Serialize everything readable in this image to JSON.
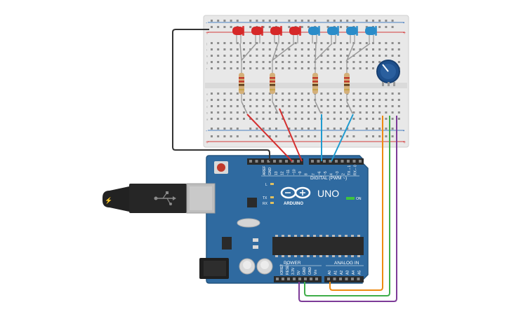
{
  "board": {
    "model_label": "UNO",
    "brand_label": "ARDUINO",
    "digital_header_label": "DIGITAL (PWM ~)",
    "power_label": "POWER",
    "analog_label": "ANALOG IN",
    "on_label": "ON",
    "tx_label": "TX",
    "rx_label": "RX",
    "l_label": "L",
    "aref_label": "AREF",
    "gnd_label": "GND",
    "top_pins": [
      "13",
      "12",
      "~11",
      "~10",
      "~9",
      "8",
      "7",
      "~6",
      "~5",
      "4",
      "~3",
      "2",
      "TX→1",
      "RX←0"
    ],
    "power_pins": [
      "IOREF",
      "RESET",
      "3.3V",
      "5V",
      "GND",
      "GND",
      "Vin"
    ],
    "analog_pins": [
      "A0",
      "A1",
      "A2",
      "A3",
      "A4",
      "A5"
    ]
  },
  "breadboard": {
    "row_letters_top": [
      "j",
      "i",
      "h",
      "g",
      "f"
    ],
    "row_letters_bottom": [
      "e",
      "d",
      "c",
      "b",
      "a"
    ],
    "plus_label": "+",
    "minus_label": "-"
  },
  "colors": {
    "board": "#2f6aa0",
    "board_edge": "#24557f",
    "breadboard": "#e7e7e7",
    "wire_black": "#333333",
    "wire_red": "#d42e2e",
    "wire_blue": "#1f9bd0",
    "wire_orange": "#ee8a10",
    "wire_green": "#3fae49",
    "wire_purple": "#7d3b98",
    "led_red": "#d62828",
    "led_blue": "#2a8cc9",
    "knob": "#1d4f8c"
  },
  "leds": [
    {
      "color": "red"
    },
    {
      "color": "red"
    },
    {
      "color": "red"
    },
    {
      "color": "red"
    },
    {
      "color": "blue"
    },
    {
      "color": "blue"
    },
    {
      "color": "blue"
    },
    {
      "color": "blue"
    }
  ],
  "icons": {
    "usb": "usb-icon",
    "power_jack": "power-jack-icon",
    "potentiometer": "potentiometer-icon"
  }
}
